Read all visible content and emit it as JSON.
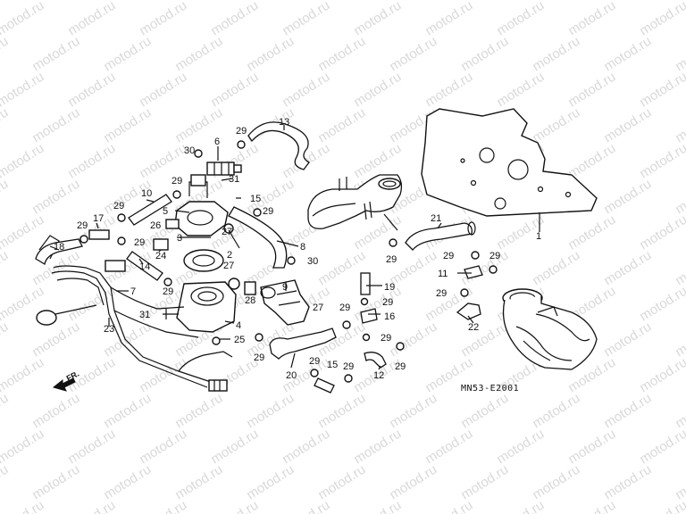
{
  "watermark": "motod.ru",
  "diagram_code": "MN53-E2001",
  "direction_label": "FR.",
  "callouts": [
    "1",
    "2",
    "3",
    "4",
    "5",
    "6",
    "7",
    "8",
    "9",
    "10",
    "11",
    "12",
    "13",
    "14",
    "15",
    "16",
    "17",
    "18",
    "19",
    "20",
    "21",
    "22",
    "23",
    "24",
    "25",
    "26",
    "27",
    "28",
    "29",
    "30",
    "31"
  ]
}
